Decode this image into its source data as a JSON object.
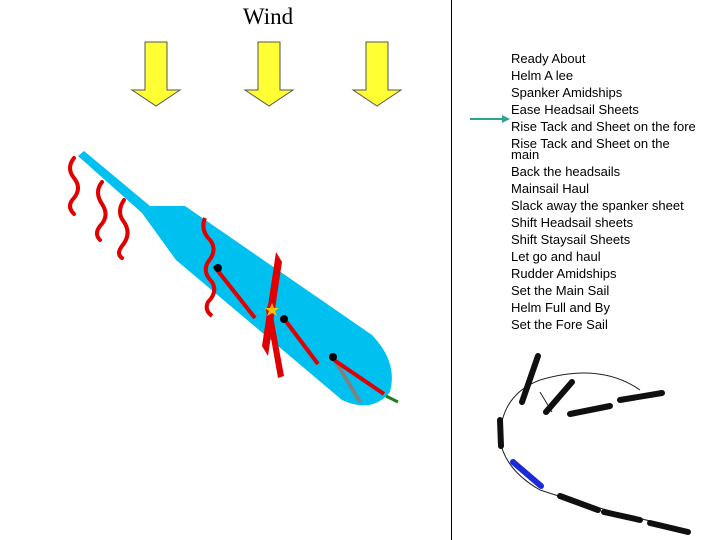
{
  "wind": {
    "label": "Wind"
  },
  "colors": {
    "hull": "#00c0f0",
    "arrow_fill": "#ffff33",
    "sail_red": "#e00000",
    "pointer": "#2ba58c",
    "wake_dark": "#101010",
    "wake_highlight": "#1a2bd6",
    "rudder": "#1e7d1e",
    "spar_grey": "#808080",
    "star": "#ffc000"
  },
  "icons": {
    "wind_arrow": "down-arrow-icon",
    "pointer": "right-arrow-icon",
    "sail_flutter": "wavy-line-icon"
  },
  "steps": [
    "Ready About",
    "Helm A lee",
    "Spanker Amidships",
    "Ease Headsail Sheets",
    "Rise Tack and Sheet on the fore",
    "Rise Tack and Sheet on the main",
    "Back the headsails",
    "Mainsail Haul",
    "Slack away the spanker sheet",
    "Shift Headsail sheets",
    "Shift Staysail Sheets",
    "Let go and haul",
    "Rudder Amidships",
    "Set the Main Sail",
    "Helm Full and By",
    "Set the Fore Sail"
  ],
  "current_step_index": 4
}
